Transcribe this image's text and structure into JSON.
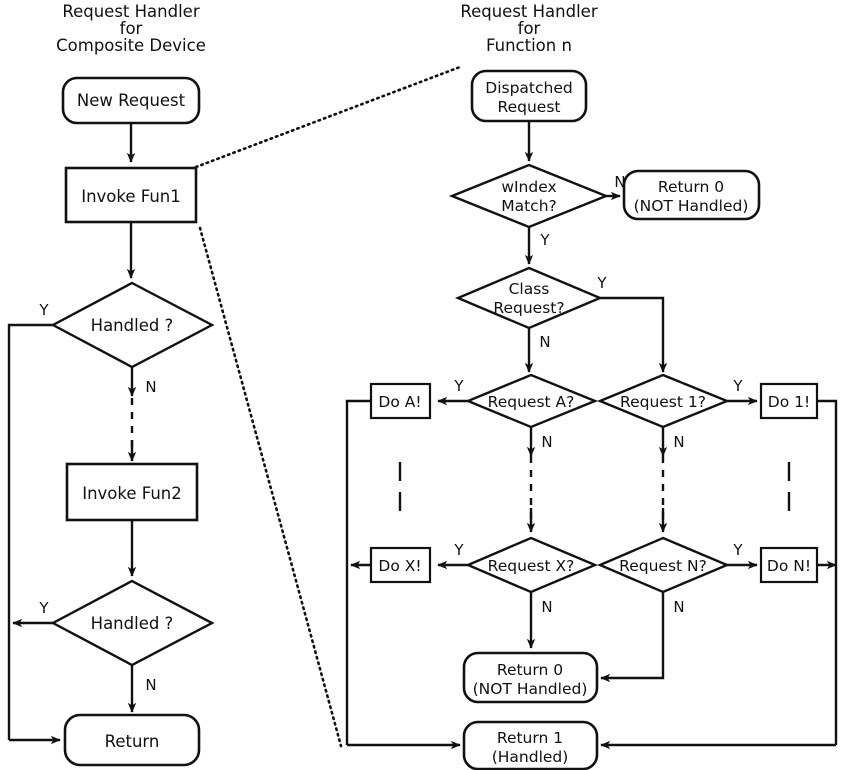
{
  "diagram": {
    "type": "flowchart",
    "panels": [
      {
        "id": "composite",
        "title_lines": [
          "Request Handler",
          "for",
          "Composite Device"
        ],
        "nodes": [
          {
            "id": "new-request",
            "shape": "rounded",
            "label": "New Request"
          },
          {
            "id": "invoke-fun1",
            "shape": "rect",
            "label": "Invoke Fun1"
          },
          {
            "id": "handled-1",
            "shape": "diamond",
            "label": "Handled ?"
          },
          {
            "id": "invoke-fun2",
            "shape": "rect",
            "label": "Invoke Fun2"
          },
          {
            "id": "handled-2",
            "shape": "diamond",
            "label": "Handled ?"
          },
          {
            "id": "return",
            "shape": "rounded",
            "label": "Return"
          }
        ],
        "edge_labels": {
          "handled1_yes": "Y",
          "handled1_no": "N",
          "handled2_yes": "Y",
          "handled2_no": "N"
        }
      },
      {
        "id": "function-n",
        "title_lines": [
          "Request Handler",
          "for",
          "Function n"
        ],
        "nodes": [
          {
            "id": "dispatched-request",
            "shape": "rounded",
            "label_lines": [
              "Dispatched",
              "Request"
            ]
          },
          {
            "id": "windex-match",
            "shape": "diamond",
            "label_lines": [
              "wIndex",
              "Match?"
            ]
          },
          {
            "id": "return0-top",
            "shape": "rounded",
            "label_lines": [
              "Return 0",
              "(NOT Handled)"
            ]
          },
          {
            "id": "class-request",
            "shape": "diamond",
            "label_lines": [
              "Class",
              "Request?"
            ]
          },
          {
            "id": "request-a",
            "shape": "diamond",
            "label": "Request A?"
          },
          {
            "id": "request-1",
            "shape": "diamond",
            "label": "Request 1?"
          },
          {
            "id": "do-a",
            "shape": "rect",
            "label": "Do A!"
          },
          {
            "id": "do-1",
            "shape": "rect",
            "label": "Do 1!"
          },
          {
            "id": "request-x",
            "shape": "diamond",
            "label": "Request X?"
          },
          {
            "id": "request-n",
            "shape": "diamond",
            "label": "Request N?"
          },
          {
            "id": "do-x",
            "shape": "rect",
            "label": "Do X!"
          },
          {
            "id": "do-n",
            "shape": "rect",
            "label": "Do N!"
          },
          {
            "id": "return0-bottom",
            "shape": "rounded",
            "label_lines": [
              "Return 0",
              "(NOT Handled)"
            ]
          },
          {
            "id": "return1",
            "shape": "rounded",
            "label_lines": [
              "Return 1",
              "(Handled)"
            ]
          }
        ],
        "edge_labels": {
          "windex_no": "N",
          "windex_yes": "Y",
          "class_yes": "Y",
          "class_no": "N",
          "request_a_yes": "Y",
          "request_a_no": "N",
          "request_1_yes": "Y",
          "request_1_no": "N",
          "request_x_yes": "Y",
          "request_x_no": "N",
          "request_n_yes": "Y",
          "request_n_no": "N"
        },
        "ellipsis": "|"
      }
    ],
    "colors": {
      "stroke": "#111111",
      "fill": "#ffffff",
      "background": "#ffffff"
    }
  }
}
